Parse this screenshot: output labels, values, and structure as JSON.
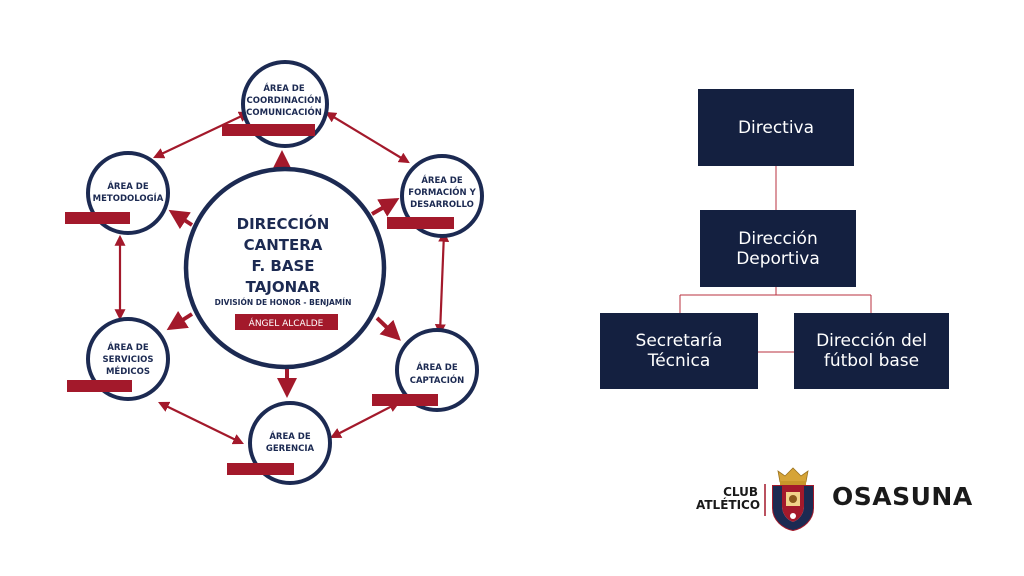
{
  "cantera": {
    "center": {
      "lines": [
        "DIRECCIÓN",
        "CANTERA",
        "F. BASE",
        "TAJONAR"
      ],
      "subtitle": "DIVISIÓN DE HONOR - BENJAMÍN",
      "name": "ÁNGEL ALCALDE"
    },
    "nodes": [
      {
        "id": "coordinacion",
        "lines": [
          "ÁREA DE",
          "COORDINACIÓN",
          "COMUNICACIÓN"
        ]
      },
      {
        "id": "formacion",
        "lines": [
          "ÁREA DE",
          "FORMACIÓN Y",
          "DESARROLLO"
        ]
      },
      {
        "id": "captacion",
        "lines": [
          "ÁREA DE",
          "CAPTACIÓN"
        ]
      },
      {
        "id": "gerencia",
        "lines": [
          "ÁREA DE",
          "GERENCIA"
        ]
      },
      {
        "id": "servicios",
        "lines": [
          "ÁREA DE",
          "SERVICIOS",
          "MÉDICOS"
        ]
      },
      {
        "id": "metodologia",
        "lines": [
          "ÁREA DE",
          "METODOLOGÍA"
        ]
      }
    ]
  },
  "org": {
    "directiva": "Directiva",
    "direccion_deportiva": "Dirección\nDeportiva",
    "secretaria": "Secretaría\nTécnica",
    "futbol_base": "Dirección del\nfútbol base"
  },
  "logo": {
    "club": "CLUB",
    "atletico": "ATLÉTICO",
    "name": "OSASUNA"
  },
  "colors": {
    "navy": "#1c2a52",
    "box": "#142040",
    "red": "#a3192b",
    "line": "#b8313f"
  }
}
